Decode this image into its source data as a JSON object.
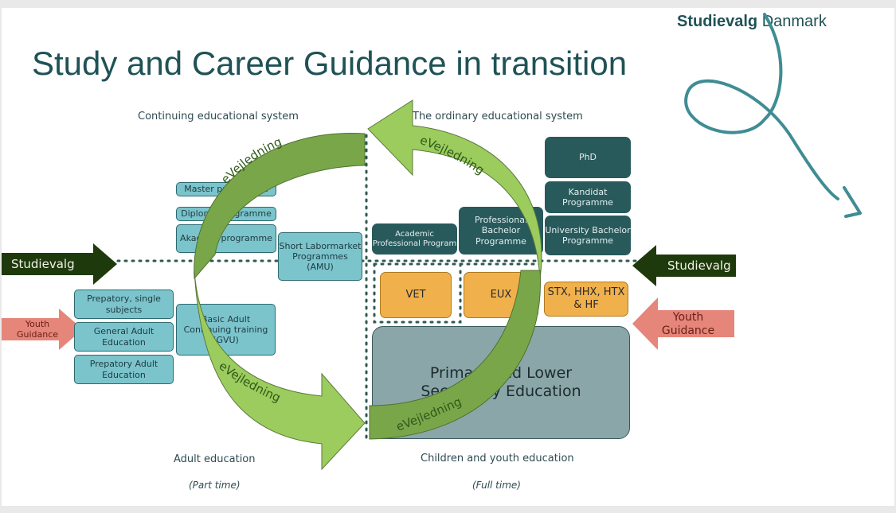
{
  "brand": {
    "left": "Studievalg",
    "right": "Danmark"
  },
  "title": "Study and Career Guidance in transition",
  "section_labels": {
    "continuing": "Continuing educational system",
    "ordinary": "The ordinary educational system",
    "adult": "Adult education",
    "children": "Children and youth education",
    "part_time": "(Part time)",
    "full_time": "(Full time)"
  },
  "side_arrows": {
    "studievalg_left": "Studievalg",
    "studievalg_right": "Studievalg",
    "youth_left": "Youth Guidance",
    "youth_right": "Youth Guidance"
  },
  "adult_boxes": {
    "master": "Master programme",
    "diploma": "Diploma programme",
    "akademi": "Akademi programme",
    "short_labour": "Short Labormarket Programmes (AMU)",
    "basic_adult": "Basic Adult Continuing training (GVU)",
    "prepatory": "Prepatory, single subjects",
    "general_adult": "General Adult Education",
    "prepatory_adult": "Prepatory Adult Education"
  },
  "ordinary_boxes": {
    "phd": "PhD",
    "kandidat": "Kandidat Programme",
    "university_bachelor": "University Bachelor Programme",
    "professional_bachelor": "Professional Bachelor Programme",
    "academic_professional": "Academic Professional Program",
    "vet": "VET",
    "eux": "EUX",
    "stx": "STX, HHX, HTX & HF",
    "primary": "Primary and Lower Secondary Education"
  },
  "cycle_labels": [
    "eVejledning",
    "eVejledning",
    "eVejledning",
    "eVejledning"
  ],
  "colors": {
    "title": "#1f5256",
    "teal_box": "#7bc4cc",
    "dark_box": "#285a5c",
    "orange_box": "#f0b14c",
    "primary_box": "#8aa6a8",
    "studievalg_arrow": "#1e3a0c",
    "youth_arrow": "#e6857a",
    "cycle_light": "#9ccc5e",
    "cycle_dark": "#7aa64a"
  }
}
